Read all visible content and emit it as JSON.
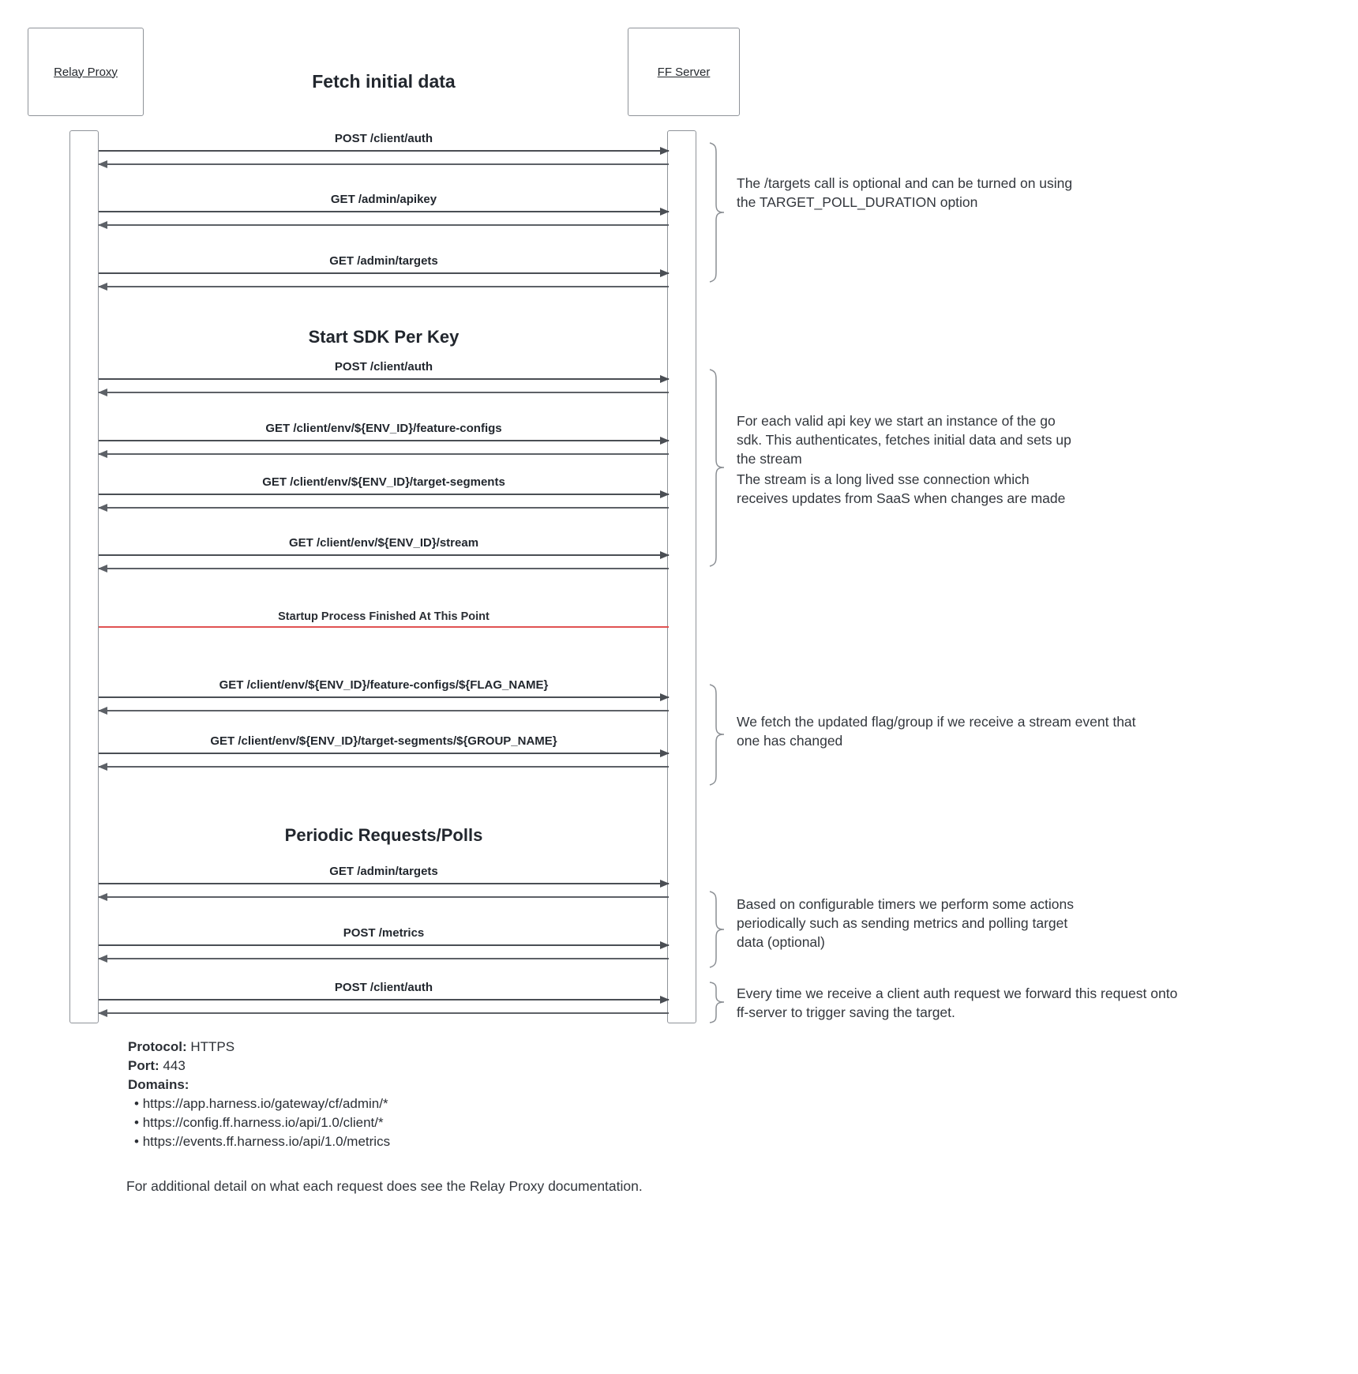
{
  "title": "Fetch initial data",
  "actors": {
    "left": "Relay Proxy",
    "right": "FF Server"
  },
  "sections": {
    "sdk": "Start SDK Per Key",
    "periodic": "Periodic Requests/Polls"
  },
  "divider": {
    "label": "Startup Process Finished At This Point",
    "color": "#e05252"
  },
  "messages": [
    {
      "label": "POST /client/auth"
    },
    {
      "label": "GET /admin/apikey"
    },
    {
      "label": "GET /admin/targets"
    },
    {
      "label": "POST /client/auth"
    },
    {
      "label": "GET /client/env/${ENV_ID}/feature-configs"
    },
    {
      "label": "GET /client/env/${ENV_ID}/target-segments"
    },
    {
      "label": "GET /client/env/${ENV_ID}/stream"
    },
    {
      "label": "GET /client/env/${ENV_ID}/feature-configs/${FLAG_NAME}"
    },
    {
      "label": "GET /client/env/${ENV_ID}/target-segments/${GROUP_NAME}"
    },
    {
      "label": "GET /admin/targets"
    },
    {
      "label": "POST /metrics"
    },
    {
      "label": "POST /client/auth"
    }
  ],
  "annotations": [
    {
      "text": "The /targets call is optional and can be turned on using the TARGET_POLL_DURATION option"
    },
    {
      "text1": "For each valid api key we start an instance of the go sdk. This authenticates, fetches initial data and sets up the stream",
      "text2": "The stream is a long lived sse connection which receives updates from SaaS when changes are made"
    },
    {
      "text": "We fetch the updated flag/group if we receive a stream event that one has changed"
    },
    {
      "text": "Based on configurable timers we perform some actions periodically such as sending metrics and polling target data (optional)"
    },
    {
      "text": "Every time we receive a client auth request we forward this request onto ff-server to trigger saving the target."
    }
  ],
  "footer": {
    "protocol_label": "Protocol:",
    "protocol_value": "HTTPS",
    "port_label": "Port:",
    "port_value": "443",
    "domains_label": "Domains:",
    "domains": [
      "https://app.harness.io/gateway/cf/admin/*",
      "https://config.ff.harness.io/api/1.0/client/*",
      "https://events.ff.harness.io/api/1.0/metrics"
    ],
    "note": "For additional detail on what each request does see the Relay Proxy documentation."
  },
  "colors": {
    "divider_red": "#e05252",
    "arrow": "#4a4e54",
    "border_gray": "#8f9399",
    "text_dark": "#22272e"
  }
}
